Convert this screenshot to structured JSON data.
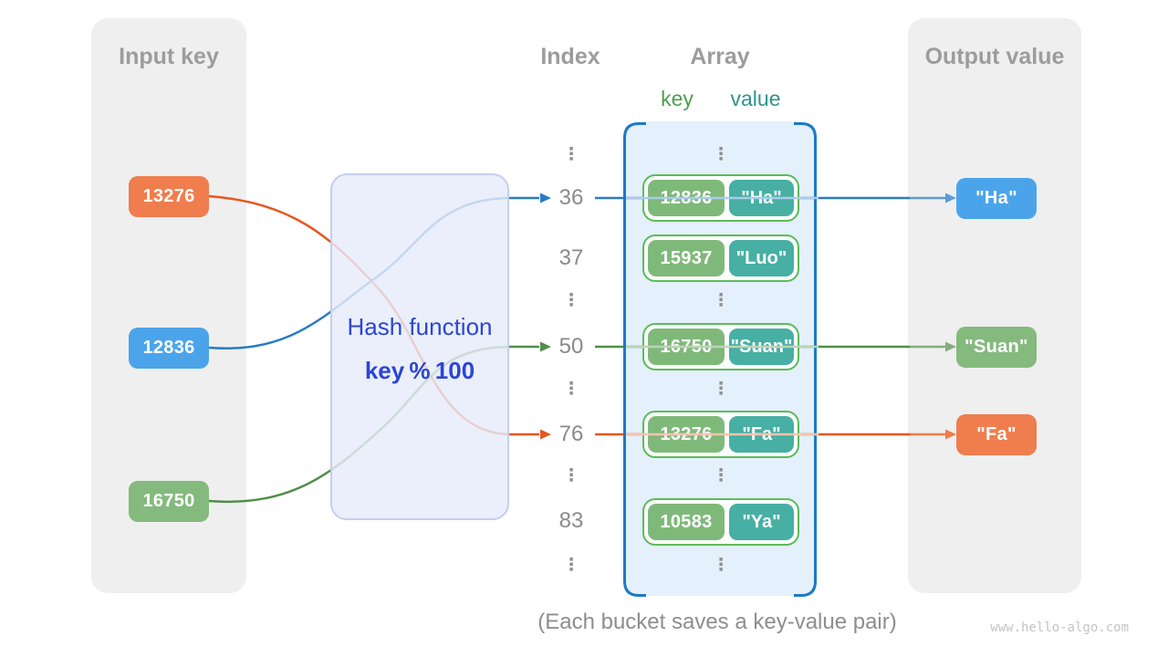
{
  "input_panel": {
    "title": "Input key",
    "keys": [
      {
        "value": "13276",
        "color": "#EF7D4E"
      },
      {
        "value": "12836",
        "color": "#4BA4EA"
      },
      {
        "value": "16750",
        "color": "#84BA7D"
      }
    ]
  },
  "hash_function": {
    "title": "Hash function",
    "formula": "key % 100"
  },
  "index_column": {
    "title": "Index",
    "items": [
      "⋮",
      "36",
      "37",
      "⋮",
      "50",
      "⋮",
      "76",
      "⋮",
      "83",
      "⋮"
    ]
  },
  "array_panel": {
    "title": "Array",
    "key_header": "key",
    "value_header": "value",
    "dots": [
      "⋮",
      "⋮",
      "⋮",
      "⋮",
      "⋮"
    ],
    "buckets": [
      {
        "index": "36",
        "key": "12836",
        "value": "\"Ha\""
      },
      {
        "index": "37",
        "key": "15937",
        "value": "\"Luo\""
      },
      {
        "index": "50",
        "key": "16750",
        "value": "\"Suan\""
      },
      {
        "index": "76",
        "key": "13276",
        "value": "\"Fa\""
      },
      {
        "index": "83",
        "key": "10583",
        "value": "\"Ya\""
      }
    ]
  },
  "output_panel": {
    "title": "Output value",
    "values": [
      {
        "label": "\"Ha\"",
        "color": "#4BA4EA"
      },
      {
        "label": "\"Suan\"",
        "color": "#84BA7D"
      },
      {
        "label": "\"Fa\"",
        "color": "#EF7D4E"
      }
    ]
  },
  "caption": "(Each bucket saves a key-value pair)",
  "watermark": "www.hello-algo.com",
  "colors": {
    "panel_bg": "#EFEFEF",
    "array_bg": "#E4F0FB",
    "array_border": "#1C7AC7",
    "hash_box_bg": "#E8ECFA",
    "hash_box_border": "#C5CDF0",
    "hash_text": "#2B46D2",
    "bucket_border": "#5CBB59",
    "bucket_key_bg": "#7FB97A",
    "bucket_value_bg": "#47AFA4",
    "line_blue": "#2A7BC4",
    "line_green": "#4F8F48",
    "line_orange": "#E8561F",
    "title_gray": "#9C9C9C",
    "key_header_color": "#4E9E4E",
    "value_header_color": "#2F9488"
  }
}
